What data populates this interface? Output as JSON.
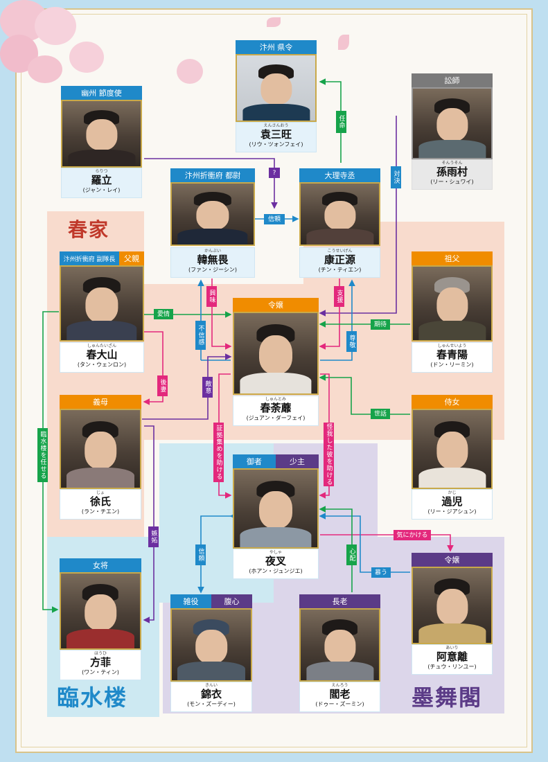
{
  "colors": {
    "kasuga": "#f7d6c6",
    "rinsui": "#cde9f2",
    "bokubu": "#dcd6ea",
    "tag_blue": "#1f89c9",
    "tag_orange": "#f08c00",
    "tag_purple": "#5b3b87",
    "tag_gray": "#7a7a7a"
  },
  "groups": {
    "kasuga": "春家",
    "rinsui": "臨水楼",
    "bokubu": "墨舞閣"
  },
  "chars": {
    "sanwang": {
      "tag": "汴州 県令",
      "ruby": "えんさんおう",
      "name": "袁三旺",
      "actor": "(リウ・ツォンフェイ)"
    },
    "luoli": {
      "tag": "幽州 節度使",
      "ruby": "らりつ",
      "name": "羅立",
      "actor": "(ジャン・レイ)"
    },
    "sun": {
      "tag": "訟師",
      "ruby": "そんうそん",
      "name": "孫雨村",
      "actor": "(リー・シュワイ)"
    },
    "han": {
      "tag": "汴州折衝府 都尉",
      "ruby": "かんぶい",
      "name": "韓無畏",
      "actor": "(ファン・ジーシン)"
    },
    "kang": {
      "tag": "大理寺丞",
      "ruby": "こうせいげん",
      "name": "康正源",
      "actor": "(チン・ティエン)"
    },
    "dashan": {
      "tag": "汴州折衝府 副隊長",
      "tag2": "父親",
      "ruby": "しゅんたいざん",
      "name": "春大山",
      "actor": "(タン・ウェンロン)"
    },
    "chunmi": {
      "tag": "令嬢",
      "ruby": "しゅんとみ",
      "name": "春荼蘼",
      "actor": "(ジュアン・ダーフェイ)"
    },
    "qingyang": {
      "tag": "祖父",
      "ruby": "しゅんせいよう",
      "name": "春青陽",
      "actor": "(ドン・リーミン)"
    },
    "xu": {
      "tag": "義母",
      "ruby": "じょ",
      "name": "徐氏",
      "actor": "(ラン・チエン)"
    },
    "guoer": {
      "tag": "侍女",
      "ruby": "かじ",
      "name": "過児",
      "actor": "(リー・ジアシュン)"
    },
    "yecha": {
      "tag": "御者",
      "tag2": "少主",
      "ruby": "やしゃ",
      "name": "夜叉",
      "actor": "(ホアン・ジュンジエ)"
    },
    "fangfei": {
      "tag": "女将",
      "ruby": "ほうひ",
      "name": "方菲",
      "actor": "(ワン・ティン)"
    },
    "jinyi": {
      "tag": "雑役",
      "tag2": "腹心",
      "ruby": "きんい",
      "name": "錦衣",
      "actor": "(モン・ズーディー)"
    },
    "lao": {
      "tag": "長老",
      "ruby": "えんろう",
      "name": "閻老",
      "actor": "(ドゥー・ズーミン)"
    },
    "ayili": {
      "tag": "令嬢",
      "ruby": "あいり",
      "name": "阿意離",
      "actor": "(チュウ・リンユー)"
    }
  },
  "rels": {
    "ninmei": "任命",
    "q": "?",
    "taiketsu": "対決",
    "shinrai": "信頼",
    "aijou": "愛情",
    "kyoumi": "興味",
    "shien": "支援",
    "kitai": "期待",
    "fushinkan": "不信感",
    "sonkei": "尊敬",
    "gosai": "後妻",
    "tekii": "敵意",
    "sewa": "世話",
    "shoko": "証拠集めを助ける",
    "kega": "怪我した彼を助ける",
    "rinsui_makaseru": "臨水楼を任せる",
    "shitto": "嫉妬",
    "kinikakeru": "気にかける",
    "shinrai2": "信頼",
    "haibai": "心配",
    "shitau": "慕う"
  }
}
